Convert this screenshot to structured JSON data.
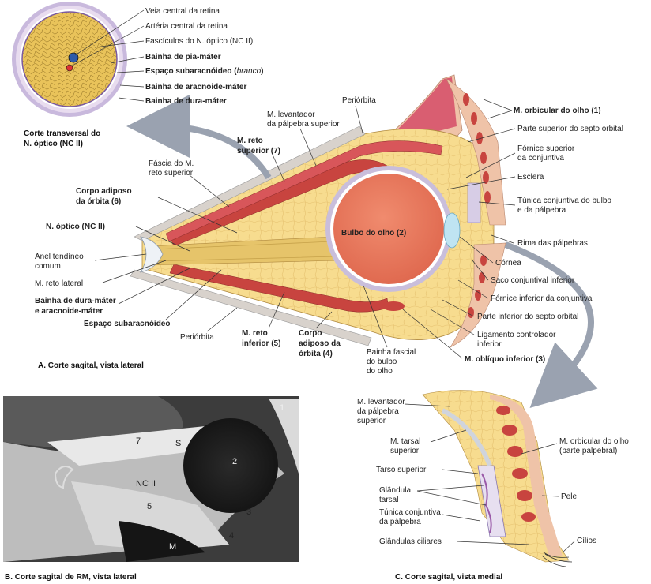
{
  "panel_a": {
    "caption": "A. Corte sagital, vista lateral",
    "inset_caption": [
      "Corte transversal do",
      "N. óptico (NC II)"
    ],
    "inset_labels": {
      "veia": "Veia central da retina",
      "arteria": "Artéria central da retina",
      "fasciculos": "Fascículos do N. óptico (NC II)",
      "pia": "Bainha de pia-máter",
      "espaco_pre": "Espaço subaracnóideo (",
      "espaco_it": "branco",
      "espaco_post": ")",
      "aracnoide": "Bainha de aracnoide-máter",
      "dura": "Bainha de dura-máter"
    },
    "labels": {
      "periorbita_top": "Periórbita",
      "levantador": [
        "M. levantador",
        "da pálpebra superior"
      ],
      "orbicular": "M. orbicular do olho (1)",
      "septo_sup": "Parte superior do septo orbital",
      "reto_sup": [
        "M. reto",
        "superior (7)"
      ],
      "fornice_sup": [
        "Fórnice superior",
        "da conjuntiva"
      ],
      "fascia": [
        "Fáscia do M.",
        "reto superior"
      ],
      "esclera": "Esclera",
      "corpo_adiposo": [
        "Corpo adiposo",
        "da órbita (6)"
      ],
      "tunica": [
        "Túnica conjuntiva do bulbo",
        "e da pálpebra"
      ],
      "bulbo": "Bulbo do olho (2)",
      "n_optico": "N. óptico (NC II)",
      "rima": "Rima das pálpebras",
      "anel": [
        "Anel tendíneo",
        "comum"
      ],
      "cornea": "Córnea",
      "reto_lat": "M. reto lateral",
      "saco": "Saco conjuntival inferior",
      "bainha_dura": [
        "Bainha de dura-máter",
        "e aracnoide-máter"
      ],
      "fornice_inf": "Fórnice inferior da conjuntiva",
      "espaco_sub": "Espaço subaracnóideo",
      "septo_inf": "Parte inferior do septo orbital",
      "periorbita_bot": "Periórbita",
      "reto_inf": [
        "M. reto",
        "inferior (5)"
      ],
      "corpo_adiposo_4": [
        "Corpo",
        "adiposo da",
        "órbita (4)"
      ],
      "bainha_fascial": [
        "Bainha fascial",
        "do bulbo",
        "do olho"
      ],
      "ligamento": [
        "Ligamento controlador",
        "inferior"
      ],
      "obliquo": "M. oblíquo inferior (3)"
    }
  },
  "panel_b": {
    "caption": "B. Corte sagital de RM, vista lateral",
    "markers": [
      "1",
      "2",
      "3",
      "4",
      "5",
      "7",
      "S",
      "NC II",
      "M"
    ]
  },
  "panel_c": {
    "caption": "C. Corte sagital, vista medial",
    "labels": {
      "levantador": [
        "M. levantador",
        "da pálpebra",
        "superior"
      ],
      "tarsal": [
        "M. tarsal",
        "superior"
      ],
      "orbicular": [
        "M. orbicular do olho",
        "(parte palpebral)"
      ],
      "tarso": "Tarso superior",
      "glandula": [
        "Glândula",
        "tarsal"
      ],
      "pele": "Pele",
      "tunica": [
        "Túnica conjuntiva",
        "da pálpebra"
      ],
      "ciliares": "Glândulas ciliares",
      "cilios": "Cílios"
    }
  },
  "colors": {
    "fat": "#f6d98a",
    "muscle": "#c8443f",
    "sclera": "#b9aed0",
    "eyeball": "#ec7d63",
    "skin": "#efc3a8",
    "mri_bg": "#3a3a3a"
  }
}
